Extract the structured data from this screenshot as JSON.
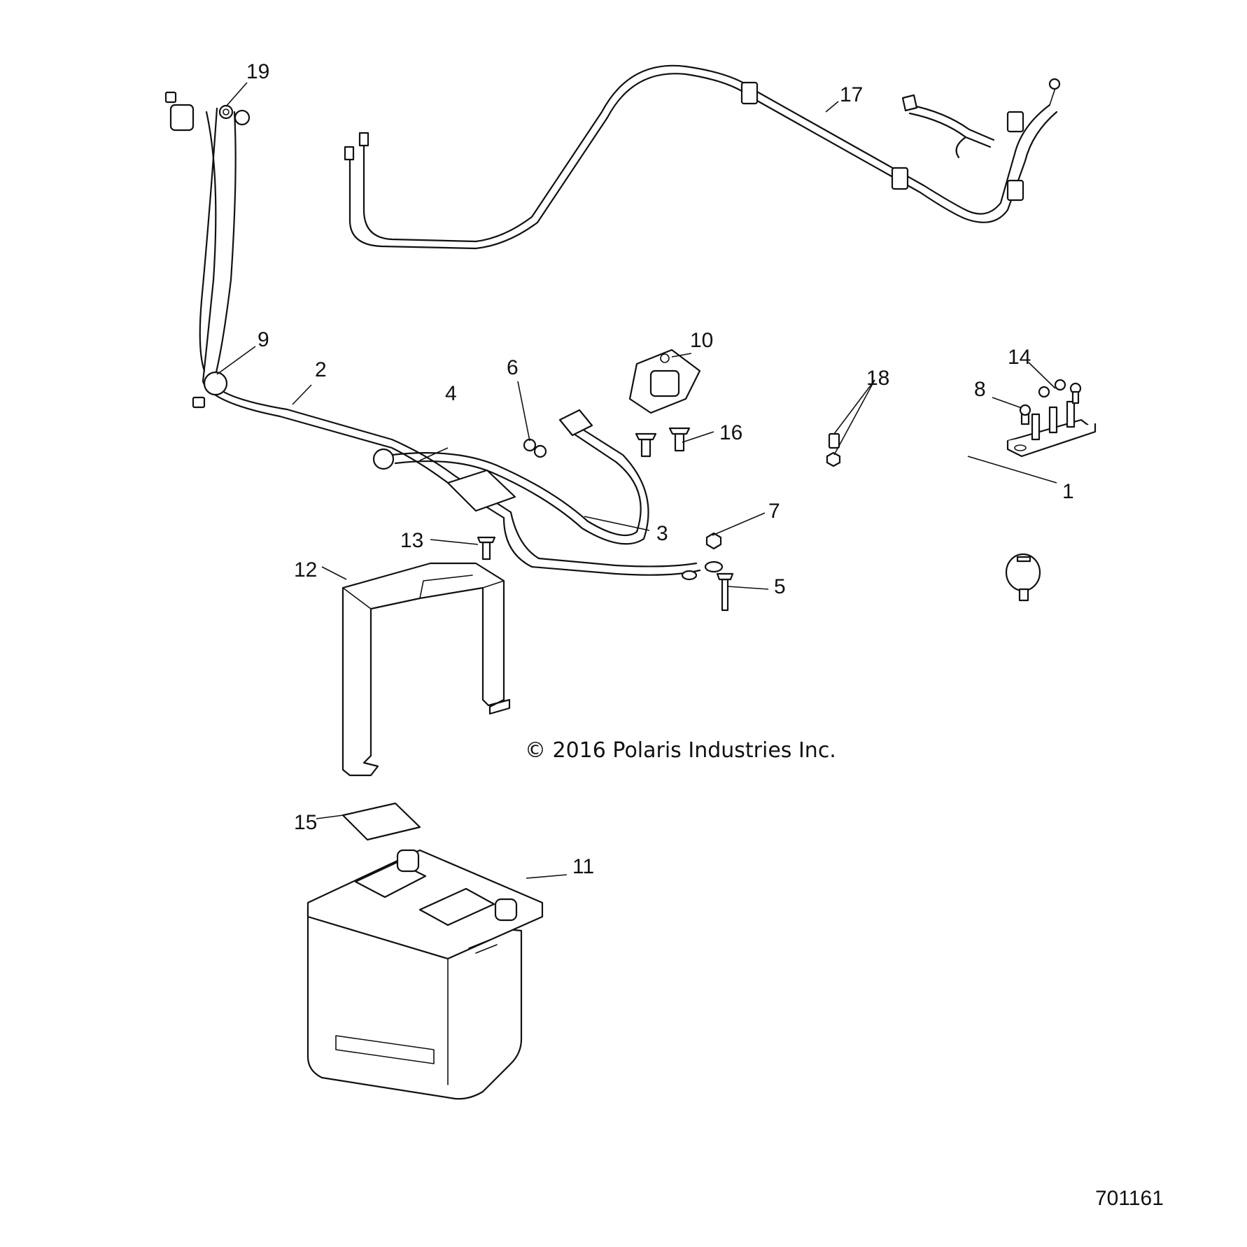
{
  "callouts": {
    "c1": "1",
    "c2": "2",
    "c3": "3",
    "c4": "4",
    "c5": "5",
    "c6": "6",
    "c7": "7",
    "c8": "8",
    "c9": "9",
    "c10": "10",
    "c11": "11",
    "c12": "12",
    "c13": "13",
    "c14": "14",
    "c15": "15",
    "c16": "16",
    "c17": "17",
    "c18": "18",
    "c19": "19"
  },
  "copyright": "© 2016 Polaris Industries Inc.",
  "drawing_number": "701161"
}
